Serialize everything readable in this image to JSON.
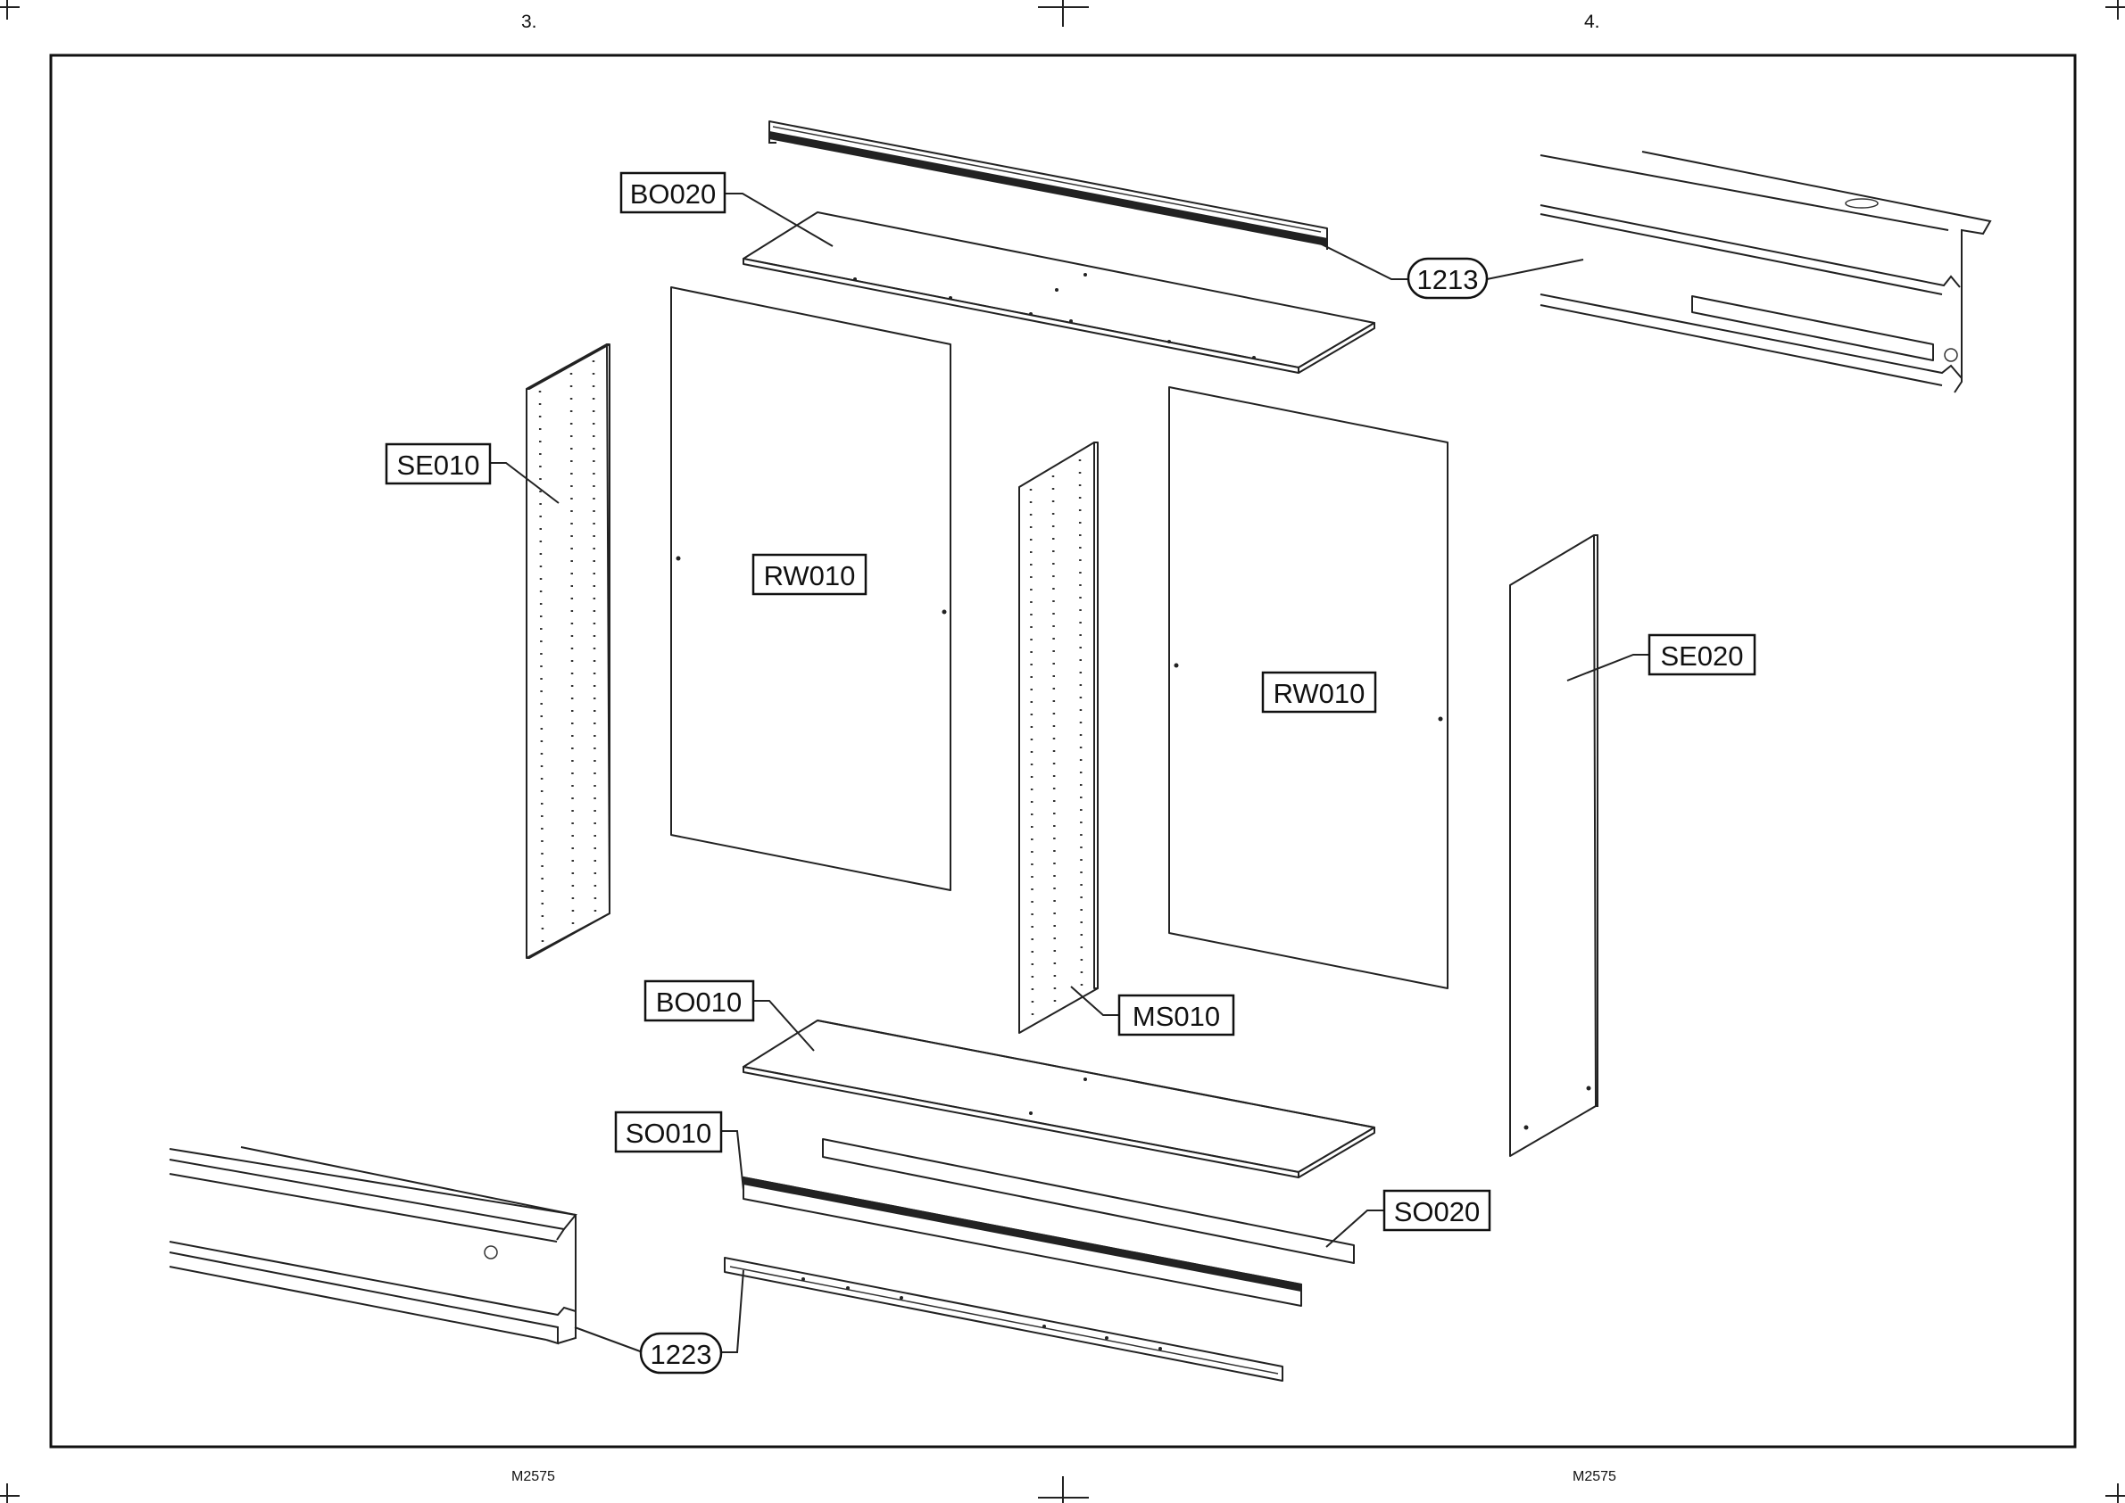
{
  "header": {
    "step_left": "3.",
    "step_right": "4."
  },
  "footer": {
    "code_left": "M2575",
    "code_right": "M2575"
  },
  "parts": {
    "bo020": "BO020",
    "bo010": "BO010",
    "se010": "SE010",
    "se020": "SE020",
    "rw010_left": "RW010",
    "rw010_right": "RW010",
    "ms010": "MS010",
    "so010": "SO010",
    "so020": "SO020",
    "rail_1213": "1213",
    "rail_1223": "1223"
  }
}
